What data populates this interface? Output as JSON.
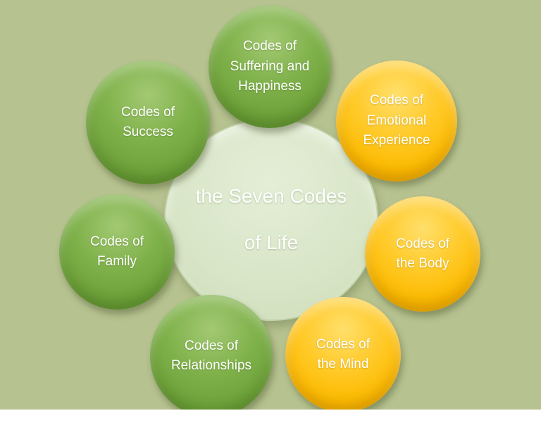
{
  "title": {
    "line1": "the Seven Codes",
    "line2": "of Life"
  },
  "nodes": [
    {
      "label": "Codes of Suffering and Happiness",
      "variant": "green"
    },
    {
      "label": "Codes of Emotional Experience",
      "variant": "yellow"
    },
    {
      "label": "Codes of the Body",
      "variant": "yellow"
    },
    {
      "label": "Codes of the Mind",
      "variant": "yellow"
    },
    {
      "label": "Codes of Relationships",
      "variant": "green"
    },
    {
      "label": "Codes of Family",
      "variant": "green"
    },
    {
      "label": "Codes of Success",
      "variant": "green"
    }
  ],
  "colors": {
    "green": "#6fa53a",
    "yellow": "#fcba00",
    "background": "#b6c28f",
    "center_fill": "#d9e6c8",
    "text": "#ffffff"
  }
}
